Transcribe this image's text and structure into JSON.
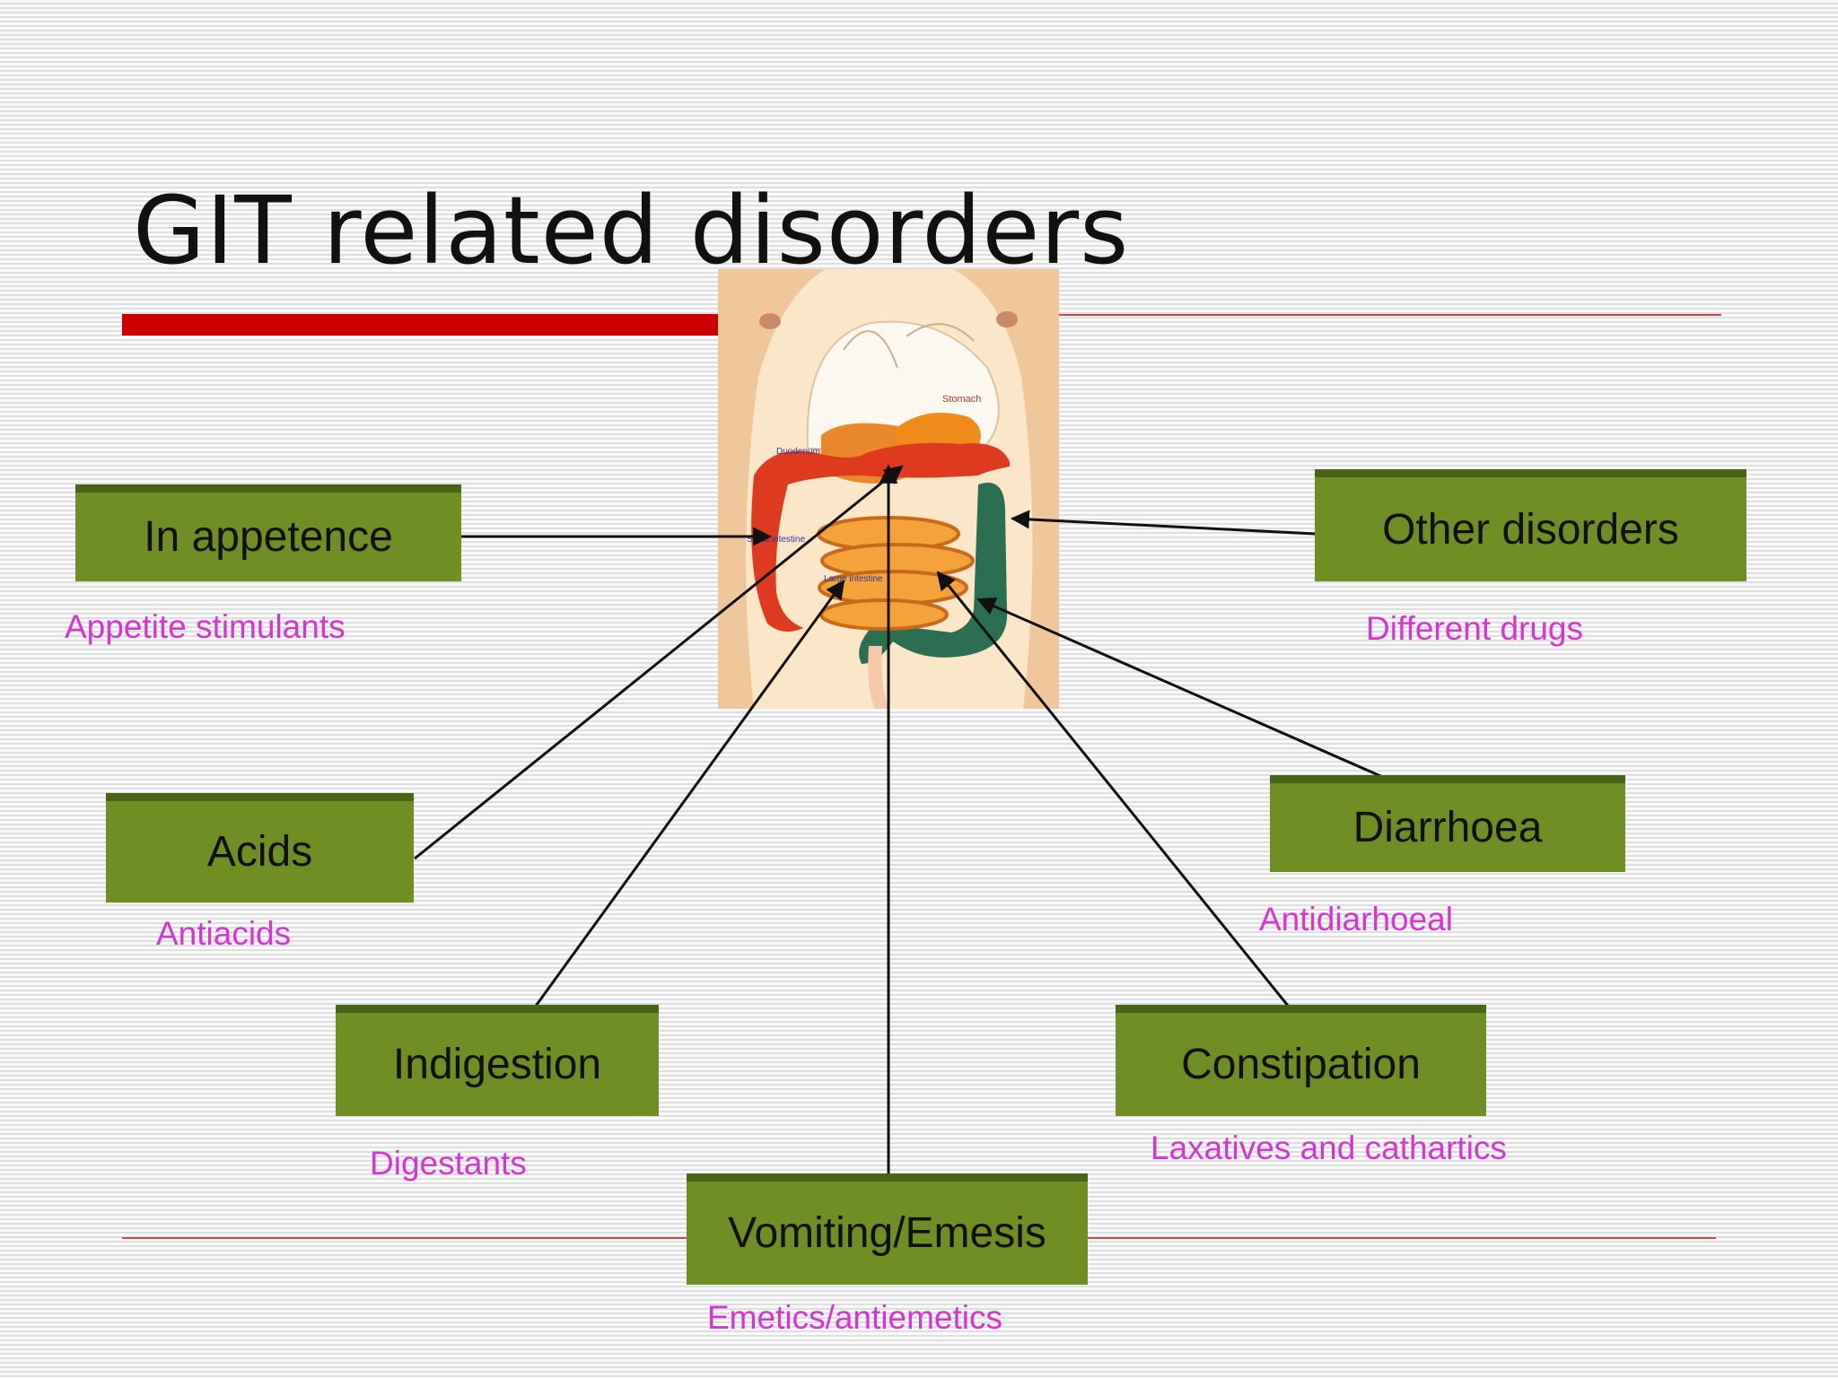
{
  "title": "GIT related disorders",
  "colors": {
    "box_fill": "#6f8e23",
    "box_top": "#486417",
    "drug_text": "#d535d0",
    "accent_red": "#cc0000"
  },
  "illustration": {
    "labels": {
      "stomach": "Stomach",
      "duodenum": "Duodenum",
      "small_intestine": "Small intestine",
      "large_intestine": "Large intestine"
    }
  },
  "disorders": [
    {
      "id": "inappetence",
      "label": "In appetence",
      "treatment": "Appetite stimulants"
    },
    {
      "id": "acids",
      "label": "Acids",
      "treatment": "Antiacids"
    },
    {
      "id": "indigestion",
      "label": "Indigestion",
      "treatment": "Digestants"
    },
    {
      "id": "vomiting",
      "label": "Vomiting/Emesis",
      "treatment": "Emetics/antiemetics"
    },
    {
      "id": "constipation",
      "label": "Constipation",
      "treatment": "Laxatives and cathartics"
    },
    {
      "id": "diarrhoea",
      "label": "Diarrhoea",
      "treatment": "Antidiarhoeal"
    },
    {
      "id": "other",
      "label": "Other disorders",
      "treatment": "Different drugs"
    }
  ]
}
